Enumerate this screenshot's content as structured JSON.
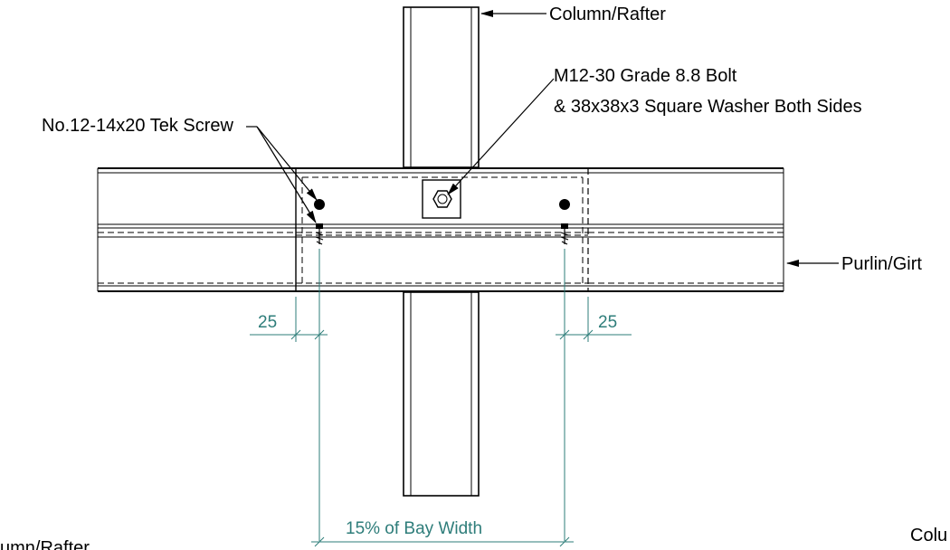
{
  "labels": {
    "column_rafter_top": "Column/Rafter",
    "bolt_line1": "M12-30 Grade 8.8 Bolt",
    "bolt_line2": "& 38x38x3 Square Washer Both Sides",
    "tek_screw": "No.12-14x20 Tek Screw",
    "purlin_girt": "Purlin/Girt",
    "column_rafter_bottom_left": "umn/Rafter",
    "column_rafter_bottom_right": "Colu"
  },
  "dimensions": {
    "left_edge": "25",
    "right_edge": "25",
    "screw_spacing": "15% of Bay Width"
  },
  "colors": {
    "linework": "#000000",
    "dimension": "#2e7d7a"
  }
}
